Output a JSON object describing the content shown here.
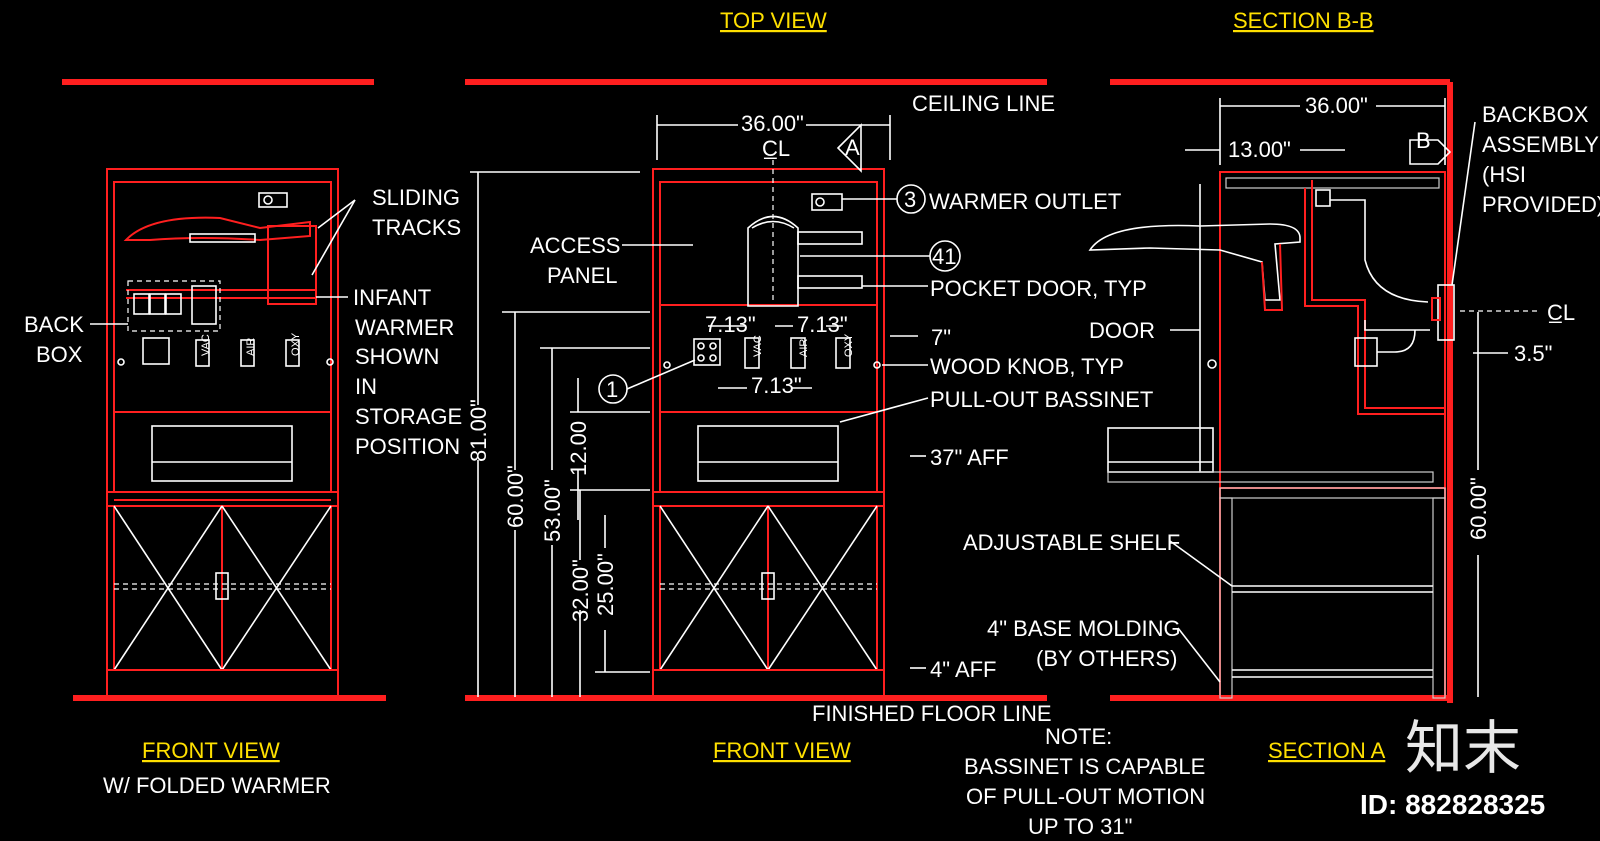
{
  "titles": {
    "top_view": "TOP VIEW",
    "section_bb": "SECTION B-B",
    "front_view_left": "FRONT VIEW",
    "front_view_left_sub": "W/ FOLDED WARMER",
    "front_view_mid": "FRONT VIEW",
    "section_a": "SECTION A"
  },
  "labels": {
    "ceiling_line": "CEILING LINE",
    "finished_floor_line": "FINISHED FLOOR LINE",
    "sliding_tracks_1": "SLIDING",
    "sliding_tracks_2": "TRACKS",
    "infant_1": "INFANT",
    "infant_2": "WARMER",
    "infant_3": "SHOWN",
    "infant_4": "IN",
    "infant_5": "STORAGE",
    "infant_6": "POSITION",
    "back_box_1": "BACK",
    "back_box_2": "BOX",
    "access_panel_1": "ACCESS",
    "access_panel_2": "PANEL",
    "warmer_outlet": "WARMER OUTLET",
    "pocket_door": "POCKET DOOR, TYP",
    "wood_knob": "WOOD KNOB, TYP",
    "pull_out_bassinet": "PULL-OUT BASSINET",
    "aff_37": "37\" AFF",
    "aff_4": "4\" AFF",
    "dim_7": "7\"",
    "door": "DOOR",
    "adjustable_shelf": "ADJUSTABLE SHELF",
    "base_molding_1": "4\" BASE MOLDING",
    "base_molding_2": "(BY OTHERS)",
    "backbox_1": "BACKBOX",
    "backbox_2": "ASSEMBLY",
    "backbox_3": "(HSI",
    "backbox_4": "PROVIDED)",
    "note_1": "NOTE:",
    "note_2": "BASSINET IS CAPABLE",
    "note_3": "OF PULL-OUT MOTION",
    "note_4": "UP TO 31\"",
    "gas_vac": "VAC",
    "gas_air": "AIR",
    "gas_oxy": "OXY",
    "centerline": "C̲L"
  },
  "dimensions": {
    "width_top": "36.00\"",
    "width_section": "36.00\"",
    "depth_13": "13.00\"",
    "h_81": "81.00\"",
    "h_60": "60.00\"",
    "h_53": "53.00\"",
    "h_12": "12.00",
    "h_32": "32.00\"",
    "h_25": "25.00\"",
    "h_60_section": "60.00\"",
    "d_7_13_a": "7.13\"",
    "d_7_13_b": "7.13\"",
    "d_7_13_c": "7.13\"",
    "d_3_5": "3.5\""
  },
  "callouts": {
    "c1": "1",
    "c3": "3",
    "c41": "41",
    "sec_a": "A",
    "sec_b": "B"
  },
  "watermark": {
    "brand": "知末",
    "id": "ID: 882828325"
  },
  "colors": {
    "background": "#000000",
    "outline": "#ff1f1f",
    "text": "#ffffff",
    "title": "#ffe000"
  }
}
